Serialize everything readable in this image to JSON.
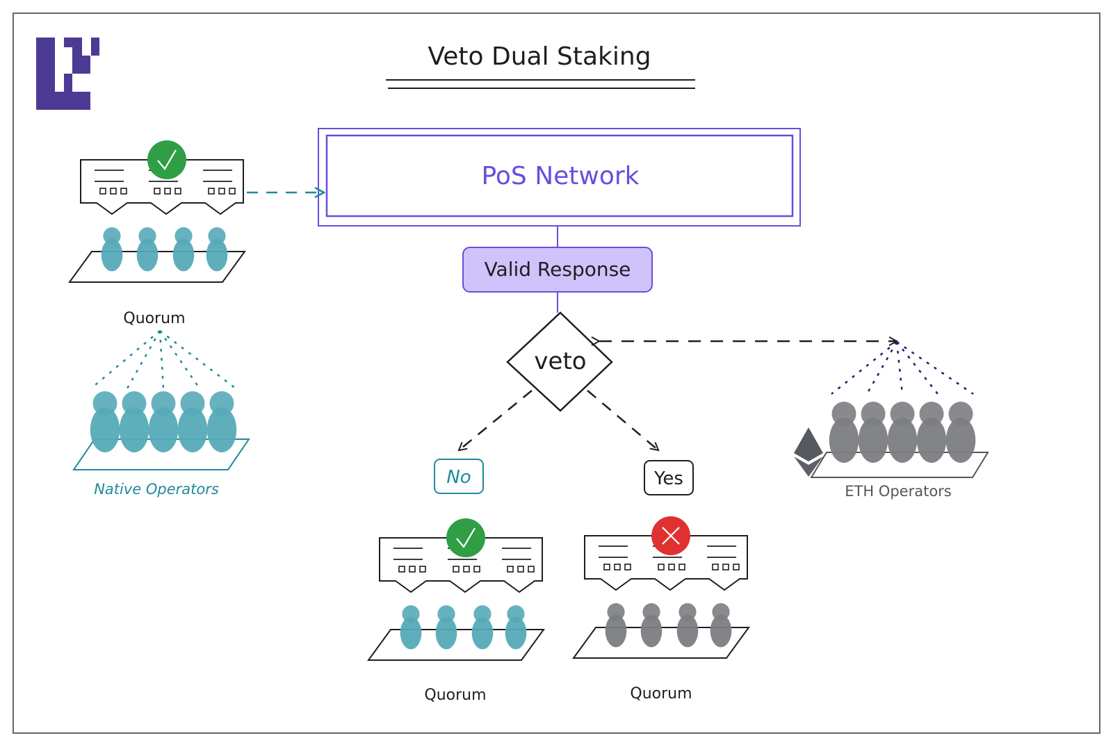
{
  "title": "Veto Dual Staking",
  "logo": {
    "name": "logo-icon",
    "color": "#4c3a94"
  },
  "colors": {
    "purple": "#6a4ce0",
    "purple_fill": "#d0c3fc",
    "teal": "#1f8a9a",
    "teal_person": "#56aab8",
    "gray_person": "#7b7d82",
    "green": "#2f9e44",
    "red": "#e03131",
    "stroke": "#1e1e1e"
  },
  "pos_network": {
    "label": "PoS Network"
  },
  "valid_response": {
    "label": "Valid Response"
  },
  "decision": {
    "label": "veto"
  },
  "branches": {
    "no": {
      "label": "No"
    },
    "yes": {
      "label": "Yes"
    }
  },
  "groups": {
    "top_quorum": {
      "label": "Quorum",
      "status": "approved",
      "status_icon": "check-icon"
    },
    "native_operators": {
      "label": "Native Operators",
      "count": 5
    },
    "eth_operators": {
      "label": "ETH Operators",
      "count": 5,
      "icon": "ethereum-icon"
    },
    "no_quorum": {
      "label": "Quorum",
      "status": "approved",
      "status_icon": "check-icon"
    },
    "yes_quorum": {
      "label": "Quorum",
      "status": "rejected",
      "status_icon": "x-icon"
    }
  }
}
